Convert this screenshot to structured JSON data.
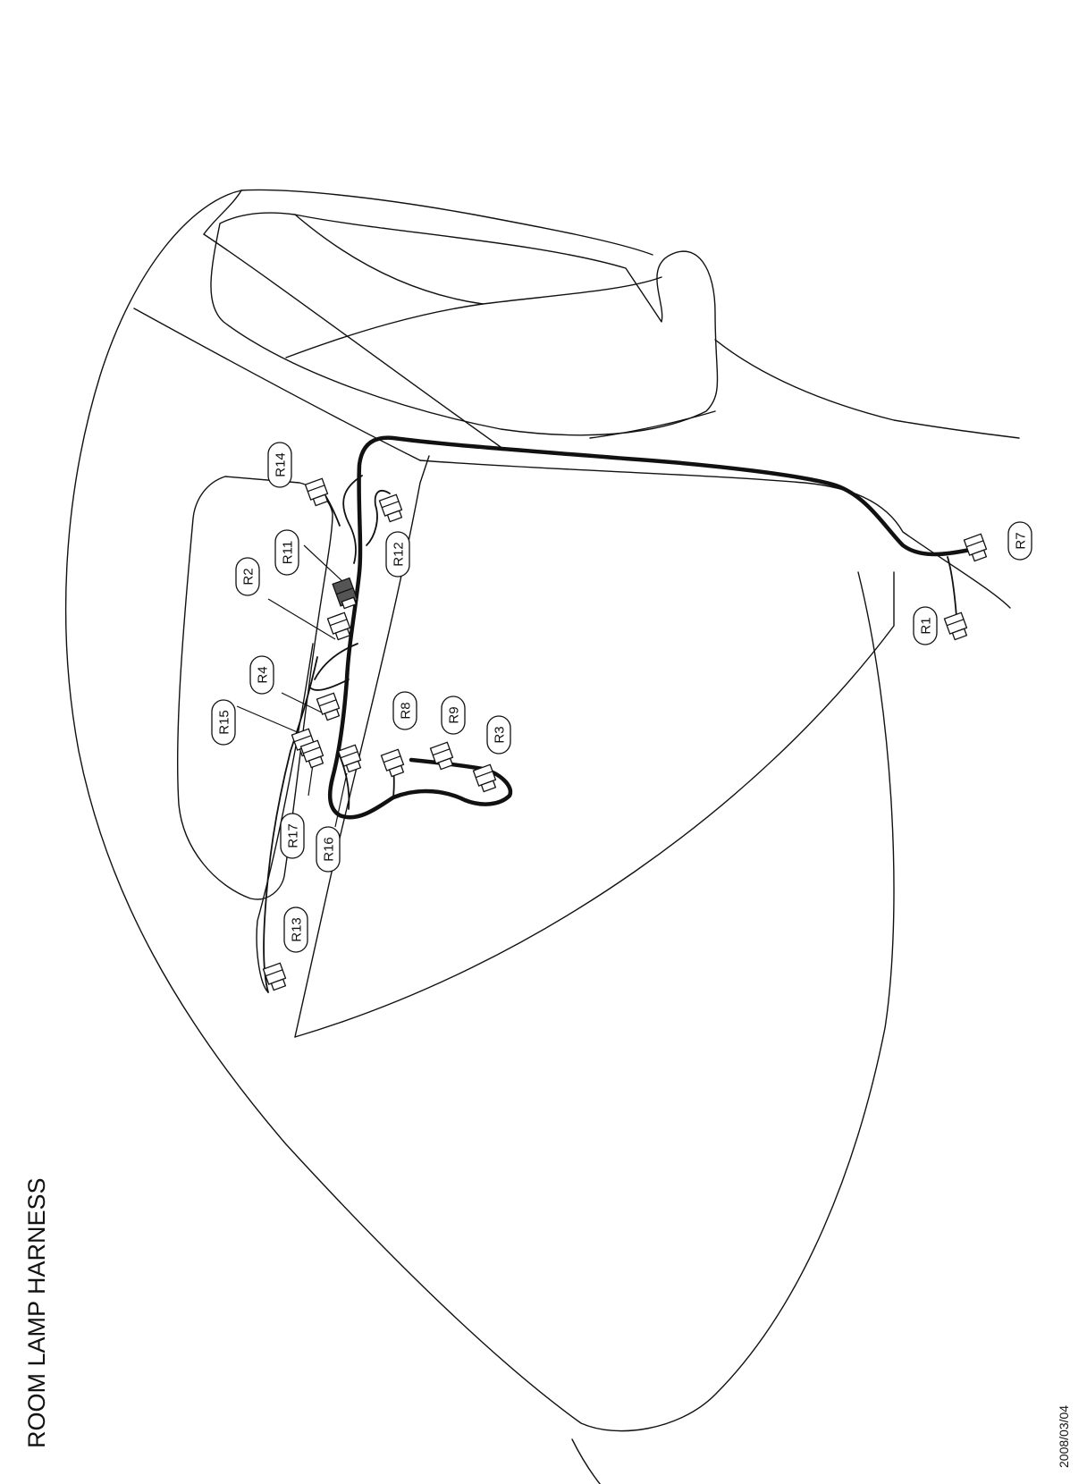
{
  "title": "ROOM LAMP HARNESS",
  "date": "2008/03/04",
  "connectors": [
    {
      "id": "r1",
      "label": "R1"
    },
    {
      "id": "r2",
      "label": "R2"
    },
    {
      "id": "r3",
      "label": "R3"
    },
    {
      "id": "r4",
      "label": "R4"
    },
    {
      "id": "r7",
      "label": "R7"
    },
    {
      "id": "r8",
      "label": "R8"
    },
    {
      "id": "r9",
      "label": "R9"
    },
    {
      "id": "r11",
      "label": "R11"
    },
    {
      "id": "r12",
      "label": "R12"
    },
    {
      "id": "r13",
      "label": "R13"
    },
    {
      "id": "r14",
      "label": "R14"
    },
    {
      "id": "r15",
      "label": "R15"
    },
    {
      "id": "r16",
      "label": "R16"
    },
    {
      "id": "r17",
      "label": "R17"
    }
  ]
}
